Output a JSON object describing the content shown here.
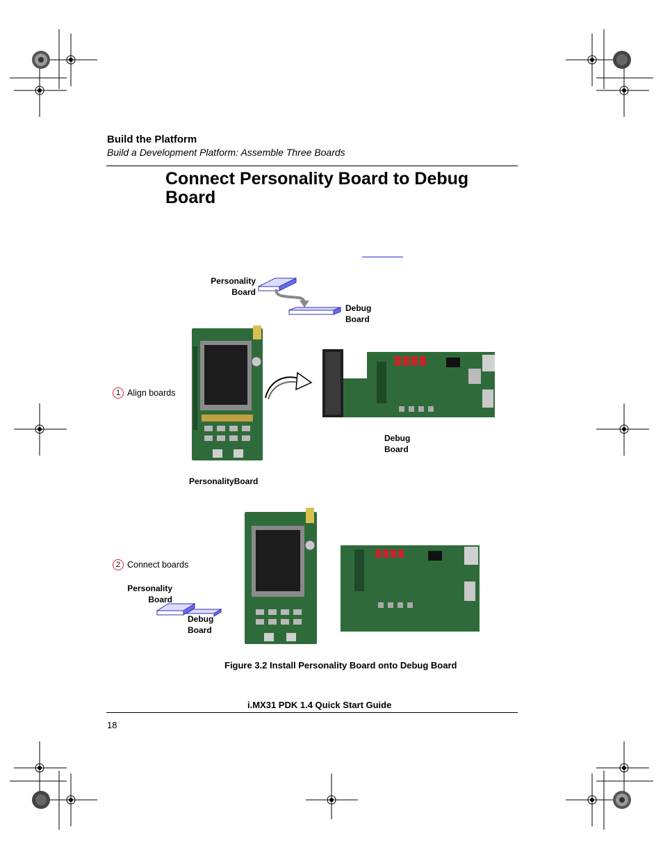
{
  "header": {
    "section_title": "Build the Platform",
    "section_subtitle": "Build a Development Platform: Assemble Three Boards"
  },
  "main": {
    "heading_line1": "Connect Personality Board to Debug",
    "heading_line2": "Board"
  },
  "figure": {
    "stack_top_label_1": "Personality",
    "stack_top_label_2": "Board",
    "stack_bottom_label_1": "Debug",
    "stack_bottom_label_2": "Board",
    "step1_number": "1",
    "step1_text": "Align boards",
    "debug_board_label_1": "Debug",
    "debug_board_label_2": "Board",
    "personality_board_label": "PersonalityBoard",
    "step2_number": "2",
    "step2_text": "Connect boards",
    "stack2_top_label_1": "Personality",
    "stack2_top_label_2": "Board",
    "stack2_bottom_label_1": "Debug",
    "stack2_bottom_label_2": "Board",
    "caption": "Figure 3.2  Install Personality Board onto Debug Board",
    "colors": {
      "board_blue": "#6c6cf0",
      "board_light": "#dcdcff",
      "pcb_green": "#2f6b3a",
      "arrow_gray": "#888888"
    }
  },
  "footer": {
    "title": "i.MX31 PDK 1.4 Quick Start Guide",
    "page_number": "18"
  }
}
